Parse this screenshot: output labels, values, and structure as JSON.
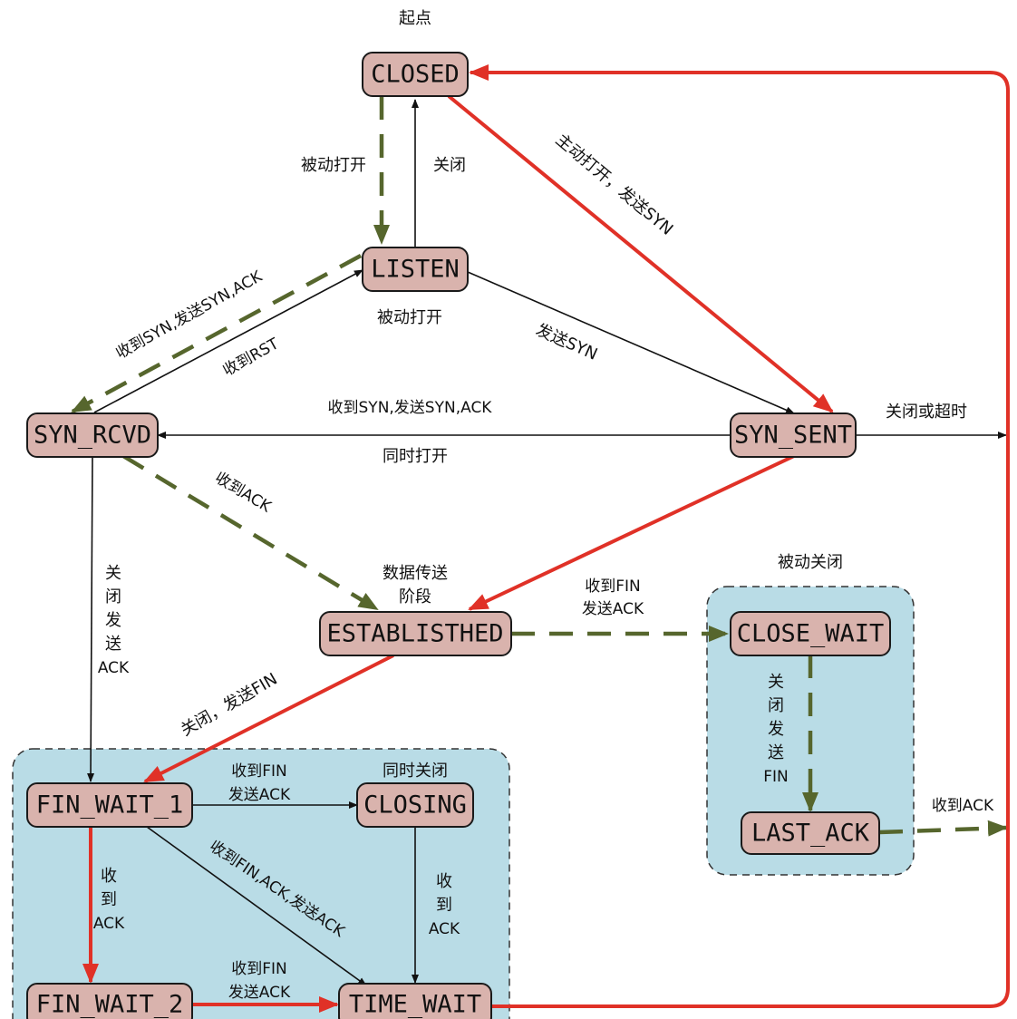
{
  "states": {
    "closed": "CLOSED",
    "listen": "LISTEN",
    "syn_rcvd": "SYN_RCVD",
    "syn_sent": "SYN_SENT",
    "established": "ESTABLISTHED",
    "close_wait": "CLOSE_WAIT",
    "last_ack": "LAST_ACK",
    "fin_wait_1": "FIN_WAIT_1",
    "closing": "CLOSING",
    "fin_wait_2": "FIN_WAIT_2",
    "time_wait": "TIME_WAIT"
  },
  "labels": {
    "start": "起点",
    "passive_open_down": "被动打开",
    "close_up": "关闭",
    "active_open": "主动打开，发送SYN",
    "recv_syn_send_synack_left": "收到SYN,发送SYN,ACK",
    "recv_rst": "收到RST",
    "passive_open_under": "被动打开",
    "send_syn": "发送SYN",
    "recv_syn_send_synack_mid": "收到SYN,发送SYN,ACK",
    "simultaneous_open": "同时打开",
    "close_or_timeout": "关闭或超时",
    "recv_ack_mid": "收到ACK",
    "close_send_ack_vertical": [
      "关",
      "闭",
      "发",
      "送",
      "ACK"
    ],
    "data_transfer_line1": "数据传送",
    "data_transfer_line2": "阶段",
    "recv_fin_line1": "收到FIN",
    "send_ack_line1": "发送ACK",
    "passive_close": "被动关闭",
    "close_send_fin_vertical": [
      "关",
      "闭",
      "发",
      "送",
      "FIN"
    ],
    "recv_ack_right": "收到ACK",
    "close_send_fin": "关闭，发送FIN",
    "recv_fin_line2": "收到FIN",
    "send_ack_line2": "发送ACK",
    "simultaneous_close": "同时关闭",
    "recv_fin_ack_send_ack": "收到FIN,ACK,发送ACK",
    "recv_ack_fw1_vertical": [
      "收",
      "到",
      "ACK"
    ],
    "recv_ack_closing_vertical": [
      "收",
      "到",
      "ACK"
    ],
    "recv_fin_line3": "收到FIN",
    "send_ack_line3": "发送ACK"
  }
}
